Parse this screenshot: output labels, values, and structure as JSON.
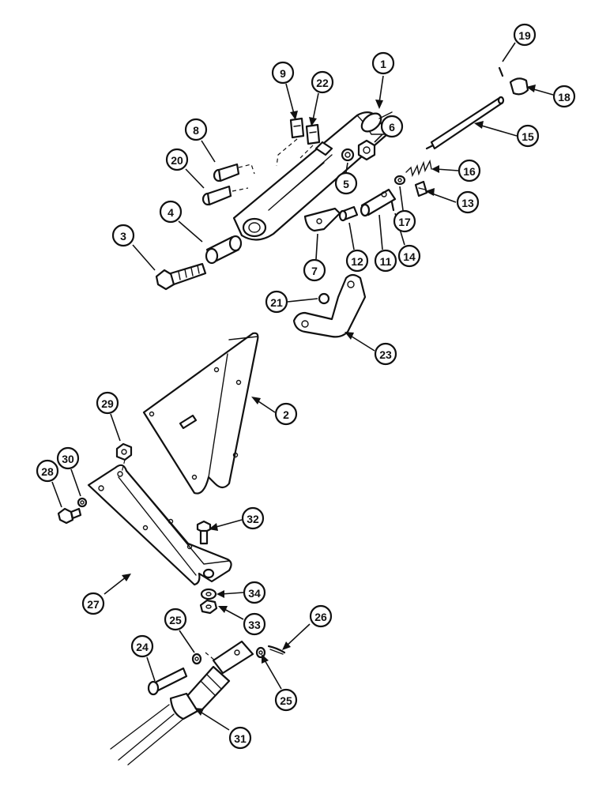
{
  "callouts": [
    {
      "id": "c1",
      "label": "1"
    },
    {
      "id": "c2",
      "label": "2"
    },
    {
      "id": "c3",
      "label": "3"
    },
    {
      "id": "c4",
      "label": "4"
    },
    {
      "id": "c5",
      "label": "5"
    },
    {
      "id": "c6",
      "label": "6"
    },
    {
      "id": "c7",
      "label": "7"
    },
    {
      "id": "c8",
      "label": "8"
    },
    {
      "id": "c9",
      "label": "9"
    },
    {
      "id": "c11",
      "label": "11"
    },
    {
      "id": "c12",
      "label": "12"
    },
    {
      "id": "c13",
      "label": "13"
    },
    {
      "id": "c14",
      "label": "14"
    },
    {
      "id": "c15",
      "label": "15"
    },
    {
      "id": "c16",
      "label": "16"
    },
    {
      "id": "c17",
      "label": "17"
    },
    {
      "id": "c18",
      "label": "18"
    },
    {
      "id": "c19",
      "label": "19"
    },
    {
      "id": "c20",
      "label": "20"
    },
    {
      "id": "c21",
      "label": "21"
    },
    {
      "id": "c22",
      "label": "22"
    },
    {
      "id": "c23",
      "label": "23"
    },
    {
      "id": "c24",
      "label": "24"
    },
    {
      "id": "c25a",
      "label": "25"
    },
    {
      "id": "c25b",
      "label": "25"
    },
    {
      "id": "c26",
      "label": "26"
    },
    {
      "id": "c27",
      "label": "27"
    },
    {
      "id": "c28",
      "label": "28"
    },
    {
      "id": "c29",
      "label": "29"
    },
    {
      "id": "c30",
      "label": "30"
    },
    {
      "id": "c31",
      "label": "31"
    },
    {
      "id": "c32",
      "label": "32"
    },
    {
      "id": "c33",
      "label": "33"
    },
    {
      "id": "c34",
      "label": "34"
    }
  ]
}
